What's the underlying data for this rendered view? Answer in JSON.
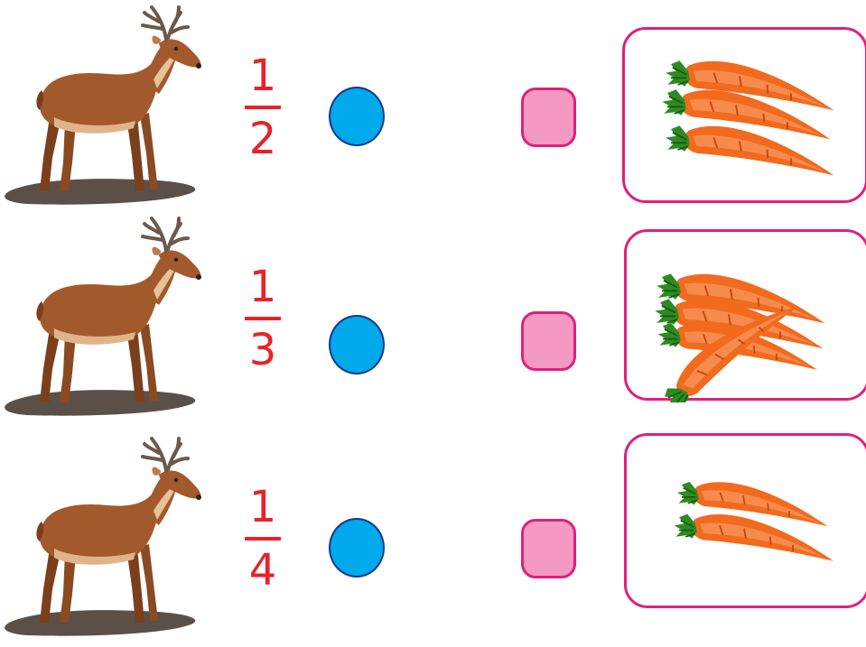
{
  "rows": [
    {
      "numerator": "1",
      "denominator": "2",
      "carrot_count": 3
    },
    {
      "numerator": "1",
      "denominator": "3",
      "carrot_count": 4
    },
    {
      "numerator": "1",
      "denominator": "4",
      "carrot_count": 2
    }
  ],
  "colors": {
    "fraction": "#e8222a",
    "dot": "#00a8ec",
    "answer_box": "#f49ac2",
    "card_border": "#e0207a",
    "carrot": "#f26a1d"
  },
  "icons": {
    "animal": "deer-icon",
    "food": "carrot-icon"
  }
}
